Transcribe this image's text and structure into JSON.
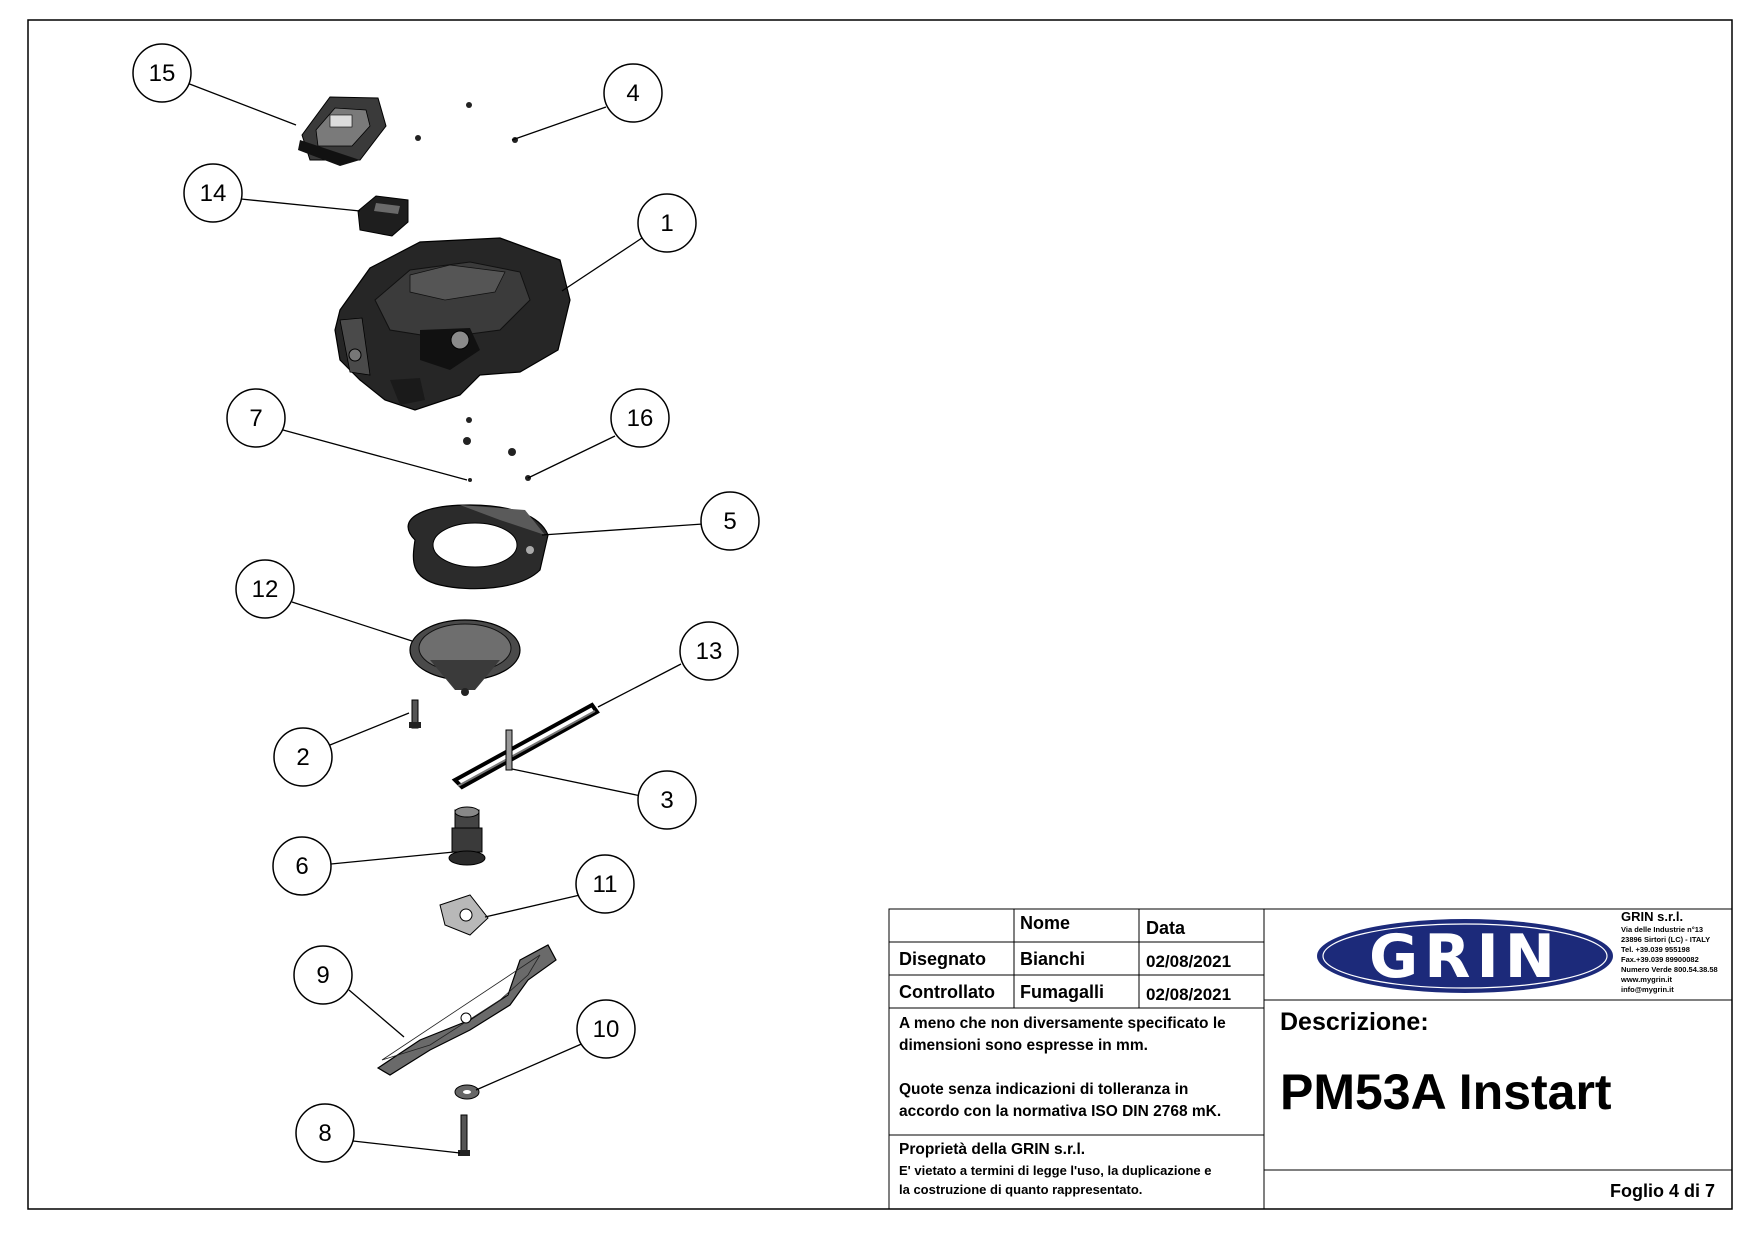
{
  "callouts": [
    {
      "num": "15",
      "part": "cover"
    },
    {
      "num": "4",
      "part": "screw"
    },
    {
      "num": "14",
      "part": "control-module"
    },
    {
      "num": "1",
      "part": "engine"
    },
    {
      "num": "7",
      "part": "pin"
    },
    {
      "num": "16",
      "part": "screw"
    },
    {
      "num": "5",
      "part": "flange"
    },
    {
      "num": "12",
      "part": "cup"
    },
    {
      "num": "13",
      "part": "belt"
    },
    {
      "num": "2",
      "part": "bolt"
    },
    {
      "num": "3",
      "part": "shaft-pin"
    },
    {
      "num": "6",
      "part": "hub"
    },
    {
      "num": "11",
      "part": "clutch-plate"
    },
    {
      "num": "9",
      "part": "blade"
    },
    {
      "num": "10",
      "part": "washer"
    },
    {
      "num": "8",
      "part": "blade-bolt"
    }
  ],
  "title_block": {
    "header_nome": "Nome",
    "header_data": "Data",
    "row1_label": "Disegnato",
    "row1_name": "Bianchi",
    "row1_date": "02/08/2021",
    "row2_label": "Controllato",
    "row2_name": "Fumagalli",
    "row2_date": "02/08/2021",
    "note1_line1": "A meno che non diversamente specificato le",
    "note1_line2": "dimensioni sono espresse in mm.",
    "note2_line1": "Quote senza indicazioni di tolleranza in",
    "note2_line2": "accordo con la normativa ISO DIN 2768 mK.",
    "property_title": "Proprietà della GRIN s.r.l.",
    "property_line1": "E' vietato a termini di legge l'uso, la duplicazione e",
    "property_line2": "la costruzione di quanto rappresentato.",
    "logo_text": "GRIN",
    "company": "GRIN s.r.l.",
    "address": [
      "Via delle Industrie n°13",
      "23896 Sirtori (LC) - ITALY",
      "Tel. +39.039 955198",
      "Fax.+39.039 89900082",
      "Numero Verde 800.54.38.58",
      "www.mygrin.it",
      "info@mygrin.it"
    ],
    "descrizione_label": "Descrizione:",
    "description": "PM53A Instart",
    "sheet": "Foglio 4 di 7"
  },
  "colors": {
    "ink": "#000000",
    "part_dark": "#2a2a2a",
    "logo_blue": "#1c2a7a"
  }
}
